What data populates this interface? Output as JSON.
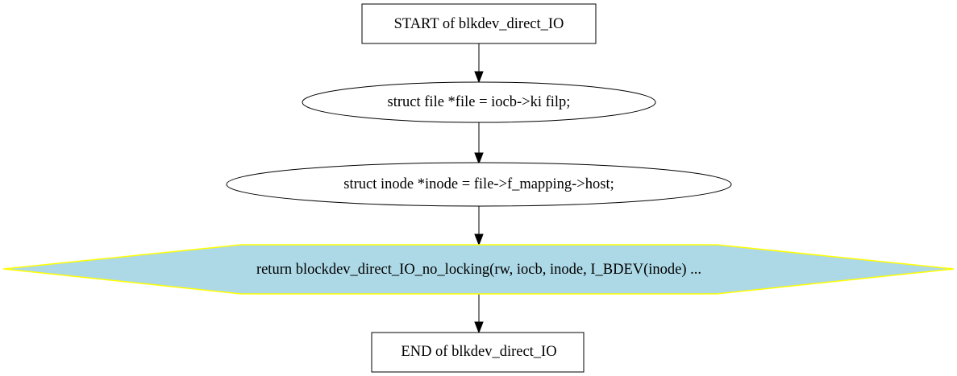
{
  "diagram": {
    "type": "flowchart",
    "nodes": {
      "start": {
        "label": "START of blkdev_direct_IO",
        "shape": "rectangle"
      },
      "file": {
        "label": "struct file *file = iocb->ki  filp;",
        "shape": "ellipse"
      },
      "inode": {
        "label": "struct inode *inode = file->f_mapping->host;",
        "shape": "ellipse"
      },
      "return": {
        "label": "return blockdev_direct_IO_no_locking(rw, iocb, inode, I_BDEV(inode) ...",
        "shape": "hexagon"
      },
      "end": {
        "label": "END of blkdev_direct_IO",
        "shape": "rectangle"
      }
    },
    "edges": [
      {
        "from": "start",
        "to": "file"
      },
      {
        "from": "file",
        "to": "inode"
      },
      {
        "from": "inode",
        "to": "return"
      },
      {
        "from": "return",
        "to": "end"
      }
    ],
    "colors": {
      "return_fill": "#add8e6",
      "return_stroke": "#ffff00",
      "default_stroke": "#000000",
      "background": "#ffffff"
    }
  }
}
